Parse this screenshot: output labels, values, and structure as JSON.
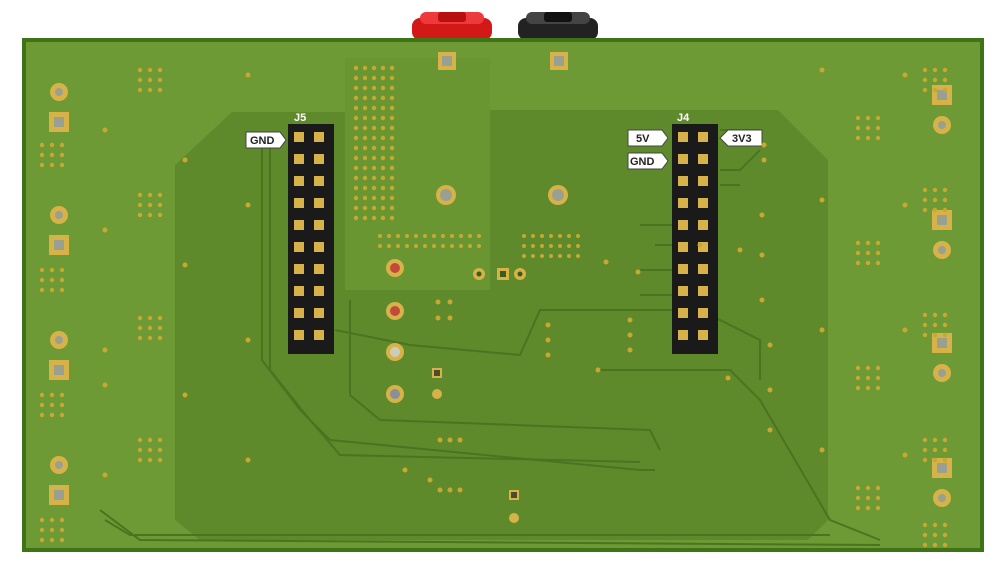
{
  "board": {
    "designators": {
      "left_header": "J5",
      "right_header": "J4"
    },
    "pin_labels": {
      "left_top": "GND",
      "right_top_left": "5V",
      "right_top_right": "3V3",
      "right_second_left": "GND"
    },
    "colors": {
      "background": "#ffffff",
      "board_edge": "#3e7416",
      "board_dark": "#557d24",
      "board_light": "#6d9a35",
      "copper_pad": "#c8a830",
      "pad_gold": "#d6b248",
      "header_black": "#1a1a1a",
      "silkscreen": "#ffffff",
      "banana_red": "#d31818",
      "banana_black": "#222222"
    },
    "components": {
      "banana_jacks": [
        "red-banana-jack",
        "black-banana-jack"
      ],
      "headers": [
        "J5",
        "J4"
      ]
    }
  }
}
